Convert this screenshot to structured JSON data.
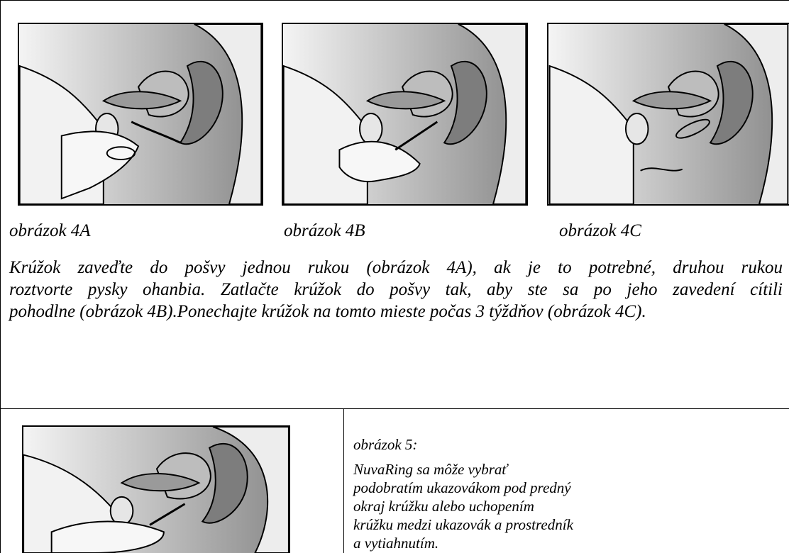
{
  "top_section": {
    "figures": [
      {
        "caption": "obrázok 4A",
        "icon": "insertion-illustration-a"
      },
      {
        "caption": "obrázok 4B",
        "icon": "insertion-illustration-b"
      },
      {
        "caption": "obrázok 4C",
        "icon": "ring-in-place-illustration"
      }
    ],
    "paragraph_lines": [
      "Krúžok zaveďte do pošvy jednou rukou (obrázok 4A), ak je to potrebné, druhou rukou",
      "roztvorte pysky ohanbia. Zatlačte krúžok do pošvy tak, aby ste sa po jeho zavedení cítili",
      "pohodlne (obrázok 4B).Ponechajte krúžok na tomto mieste počas 3 týždňov (obrázok 4C)."
    ]
  },
  "bottom_section": {
    "figure_icon": "removal-illustration",
    "title": "obrázok 5:",
    "text_lines": [
      "NuvaRing sa môže vybrať",
      "podobratím ukazovákom pod predný",
      "okraj krúžku alebo uchopením",
      "krúžku medzi ukazovák a prostredník",
      "a vytiahnutím."
    ]
  }
}
